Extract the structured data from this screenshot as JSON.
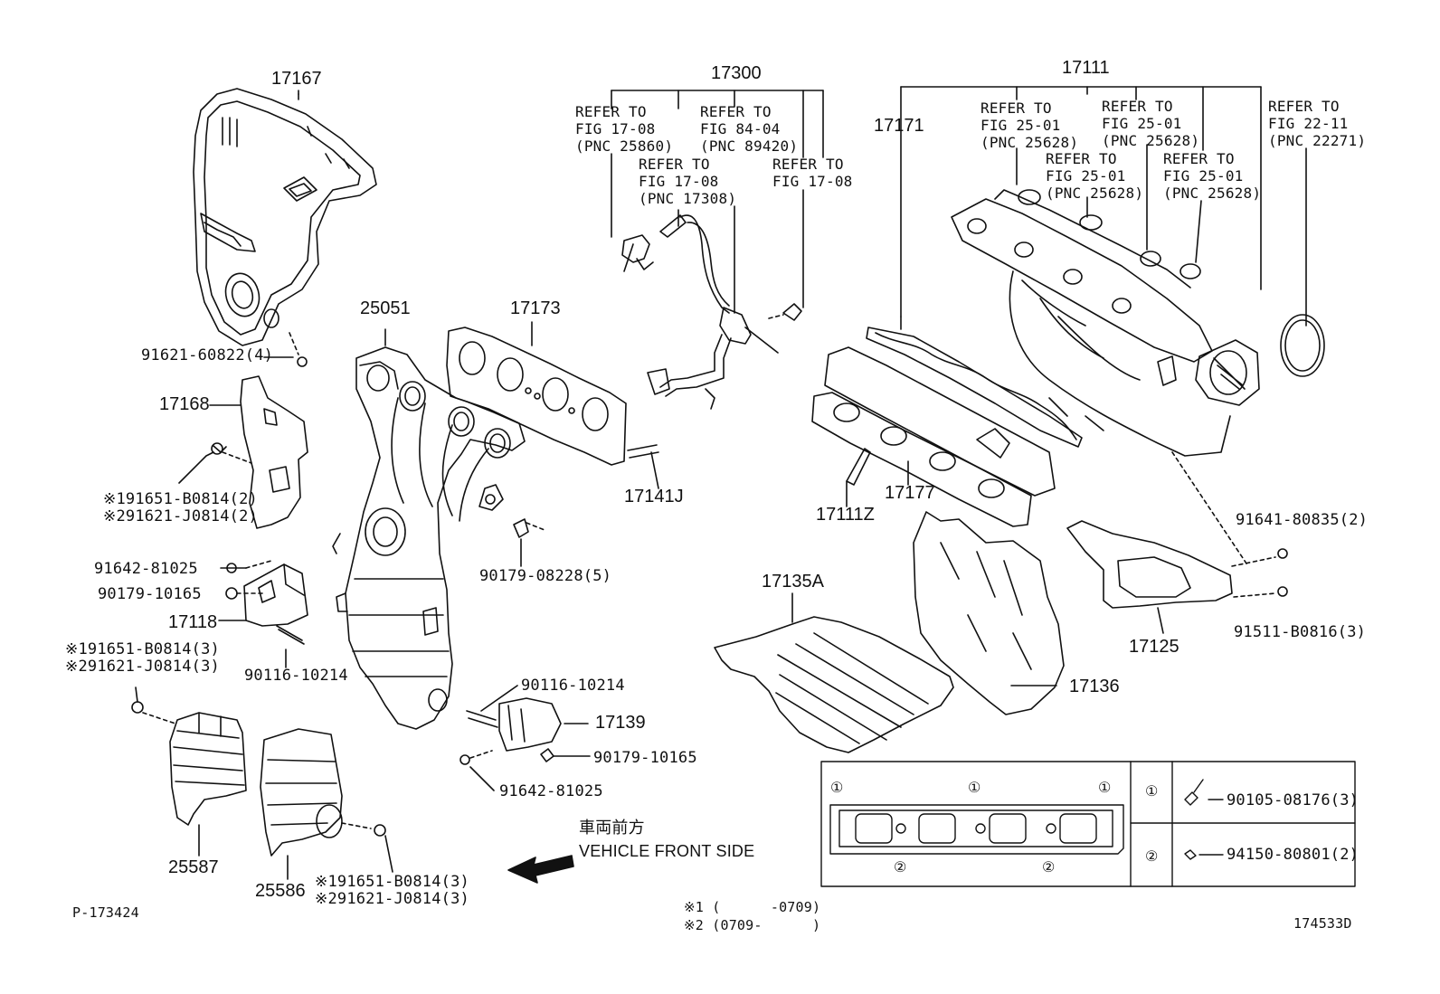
{
  "callouts": {
    "p17167": "17167",
    "p25051": "25051",
    "p17173": "17173",
    "p17300": "17300",
    "p17111": "17111",
    "p17171": "17171",
    "p17168": "17168",
    "p17141j": "17141J",
    "p17111z": "17111Z",
    "p17177": "17177",
    "p17135a": "17135A",
    "p17136": "17136",
    "p17125": "17125",
    "p17118": "17118",
    "p17139": "17139",
    "p25587": "25587",
    "p25586": "25586"
  },
  "small_parts": {
    "b91621_60822": "91621-60822(4)",
    "b191651_1": "※191651-B0814(2)",
    "b291621_1": "※291621-J0814(2)",
    "b91642_1": "91642-81025",
    "b90179_1": "90179-10165",
    "b90116_1": "90116-10214",
    "b191651_2": "※191651-B0814(3)",
    "b291621_2": "※291621-J0814(3)",
    "b90179_08228": "90179-08228(5)",
    "b90116_2": "90116-10214",
    "b90179_2": "90179-10165",
    "b91642_2": "91642-81025",
    "b191651_3": "※191651-B0814(3)",
    "b291621_3": "※291621-J0814(3)",
    "b91641": "91641-80835(2)",
    "b91511": "91511-B0816(3)"
  },
  "refs": {
    "r1": "REFER TO\nFIG 17-08\n(PNC 25860)",
    "r2": "REFER TO\nFIG 84-04\n(PNC 89420)",
    "r3": "REFER TO\nFIG 17-08\n(PNC 17308)",
    "r4": "REFER TO\nFIG 17-08",
    "r5": "REFER TO\nFIG 25-01\n(PNC 25628)",
    "r6": "REFER TO\nFIG 25-01\n(PNC 25628)",
    "r7": "REFER TO\nFIG 25-01\n(PNC 25628)",
    "r8": "REFER TO\nFIG 25-01\n(PNC 25628)",
    "r9": "REFER TO\nFIG 22-11\n(PNC 22271)"
  },
  "direction": {
    "jp": "車両前方",
    "en": "VEHICLE FRONT SIDE"
  },
  "key_table": {
    "marker1": "①",
    "marker2": "②",
    "part1": "90105-08176(3)",
    "part2": "94150-80801(2)"
  },
  "footnotes": {
    "n1": "※1 (      -0709)",
    "n2": "※2 (0709-      )"
  },
  "codes": {
    "left": "P-173424",
    "right": "174533D"
  }
}
